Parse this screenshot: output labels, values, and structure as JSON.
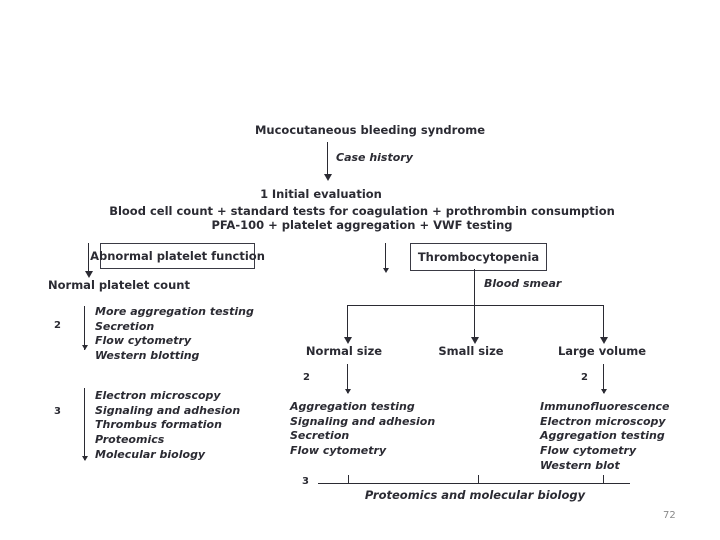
{
  "slide": {
    "page_number": "72",
    "background_color": "#ffffff",
    "ink_color": "#2b2b33"
  },
  "flowchart": {
    "title": "Mucocutaneous bleeding syndrome",
    "edge_case_history": "Case history",
    "initial_evaluation": {
      "step": "1",
      "heading": "Initial evaluation",
      "line1": "Blood cell count + standard tests for coagulation + prothrombin consumption",
      "line2": "PFA-100 + platelet aggregation + VWF testing"
    },
    "left_branch": {
      "box_label": "Abnormal platelet function",
      "subtitle": "Normal platelet count",
      "level2": {
        "step": "2",
        "items": [
          "More aggregation testing",
          "Secretion",
          "Flow cytometry",
          "Western blotting"
        ]
      },
      "level3": {
        "step": "3",
        "items": [
          "Electron microscopy",
          "Signaling and adhesion",
          "Thrombus formation",
          "Proteomics",
          "Molecular biology"
        ]
      }
    },
    "right_branch": {
      "box_label": "Thrombocytopenia",
      "edge_blood_smear": "Blood smear",
      "categories": [
        {
          "label": "Normal size",
          "step": "2",
          "items": [
            "Aggregation testing",
            "Signaling and adhesion",
            "Secretion",
            "Flow cytometry"
          ]
        },
        {
          "label": "Small size",
          "step": "",
          "items": []
        },
        {
          "label": "Large volume",
          "step": "2",
          "items": [
            "Immunofluorescence",
            "Electron microscopy",
            "Aggregation testing",
            "Flow cytometry",
            "Western blot"
          ]
        }
      ],
      "footer": {
        "step": "3",
        "label": "Proteomics and molecular biology"
      }
    }
  }
}
